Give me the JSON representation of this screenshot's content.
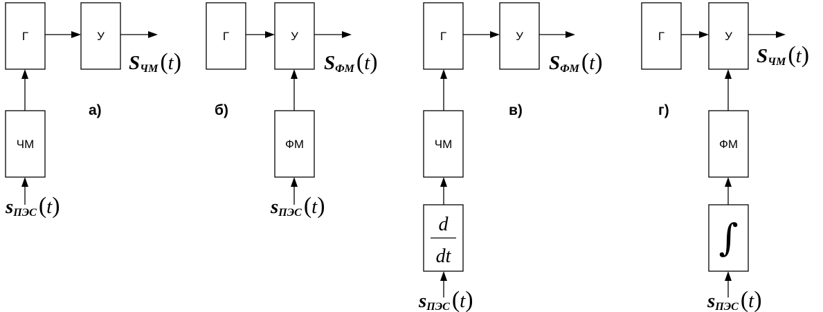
{
  "diagrams": [
    {
      "panel_label": "а)",
      "blocks": {
        "generator": "Г",
        "amplifier": "У",
        "modulator": "ЧМ"
      },
      "input_signal": {
        "symbol": "s",
        "subscript": "ПЭС",
        "argument": "t"
      },
      "output_signal": {
        "symbol": "S",
        "subscript": "ЧМ",
        "argument": "t"
      }
    },
    {
      "panel_label": "б)",
      "blocks": {
        "generator": "Г",
        "amplifier": "У",
        "modulator": "ФМ"
      },
      "input_signal": {
        "symbol": "s",
        "subscript": "ПЭС",
        "argument": "t"
      },
      "output_signal": {
        "symbol": "S",
        "subscript": "ФМ",
        "argument": "t"
      }
    },
    {
      "panel_label": "в)",
      "blocks": {
        "generator": "Г",
        "amplifier": "У",
        "modulator": "ЧМ",
        "preprocessor_numerator": "d",
        "preprocessor_denominator": "dt"
      },
      "input_signal": {
        "symbol": "s",
        "subscript": "ПЭС",
        "argument": "t"
      },
      "output_signal": {
        "symbol": "S",
        "subscript": "ФМ",
        "argument": "t"
      }
    },
    {
      "panel_label": "г)",
      "blocks": {
        "generator": "Г",
        "amplifier": "У",
        "modulator": "ФМ",
        "preprocessor_symbol": "∫"
      },
      "input_signal": {
        "symbol": "s",
        "subscript": "ПЭС",
        "argument": "t"
      },
      "output_signal": {
        "symbol": "S",
        "subscript": "ЧМ",
        "argument": "t"
      }
    }
  ],
  "colors": {
    "stroke": "#000000",
    "background": "#ffffff"
  }
}
